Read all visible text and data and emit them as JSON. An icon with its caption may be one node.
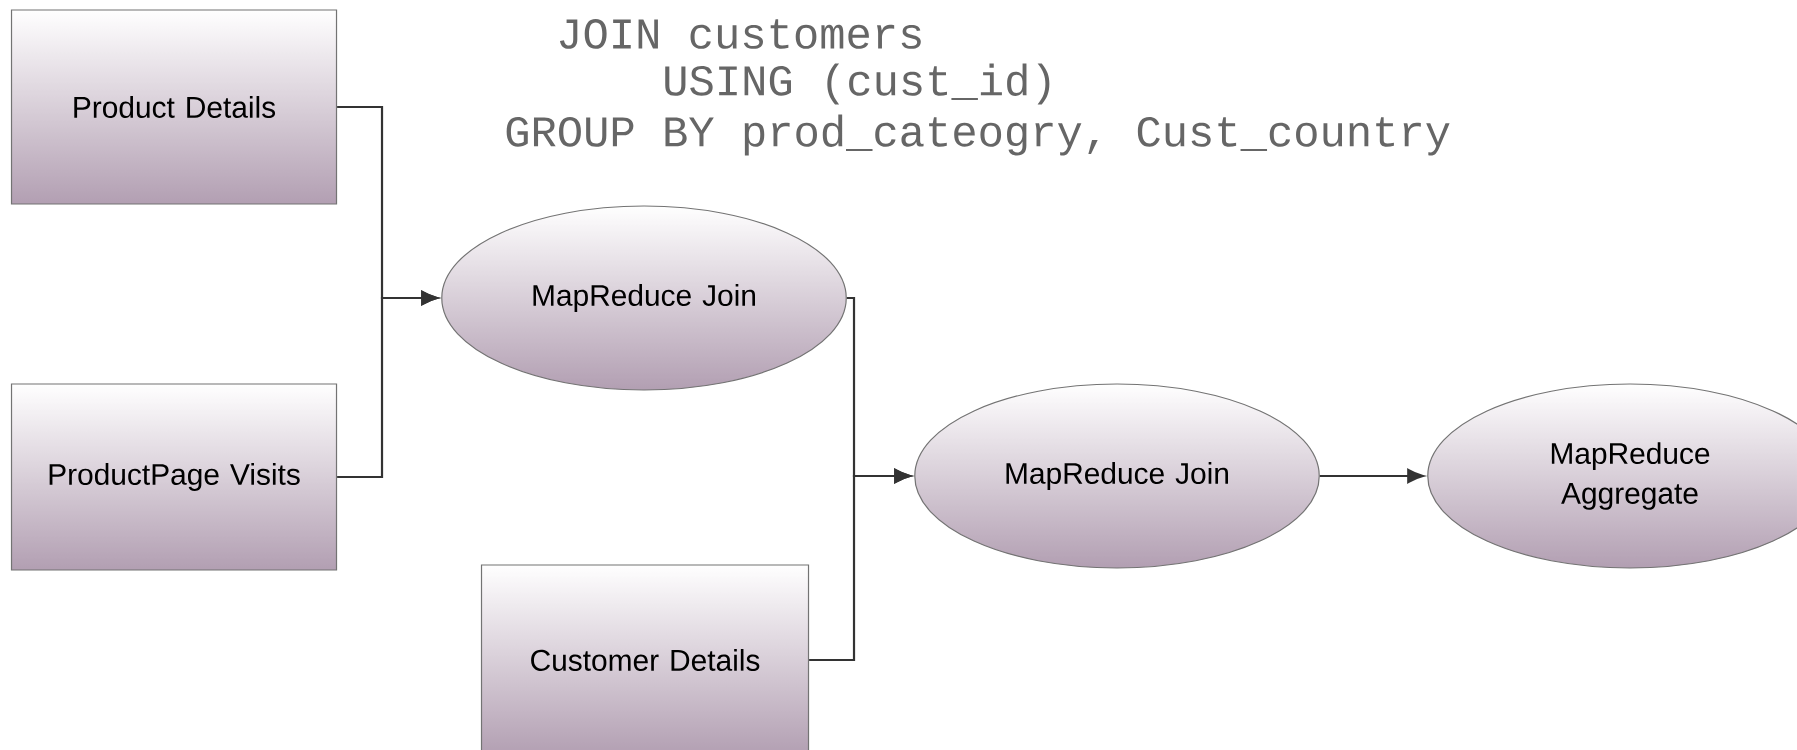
{
  "diagram": {
    "nodes": [
      {
        "text": [
          "Product Details"
        ]
      },
      {
        "text": [
          "ProductPage Visits"
        ]
      },
      {
        "text": [
          "Customer Details"
        ]
      },
      {
        "text": [
          "MapReduce Join"
        ]
      },
      {
        "text": [
          "MapReduce Join"
        ]
      },
      {
        "text": [
          "MapReduce Aggregate"
        ]
      }
    ],
    "edges": [
      {
        "from": 0,
        "to": 3,
        "arrow": "to"
      },
      {
        "from": 1,
        "to": 3,
        "arrow": "to"
      },
      {
        "from": 3,
        "to": 4,
        "arrow": "to"
      },
      {
        "from": 2,
        "to": 4,
        "arrow": "to"
      },
      {
        "from": 4,
        "to": 5,
        "arrow": "to"
      }
    ],
    "labels": [
      "JOIN customers",
      "USING (cust_id)",
      "GROUP BY prod_cateogry, Cust_country"
    ]
  }
}
